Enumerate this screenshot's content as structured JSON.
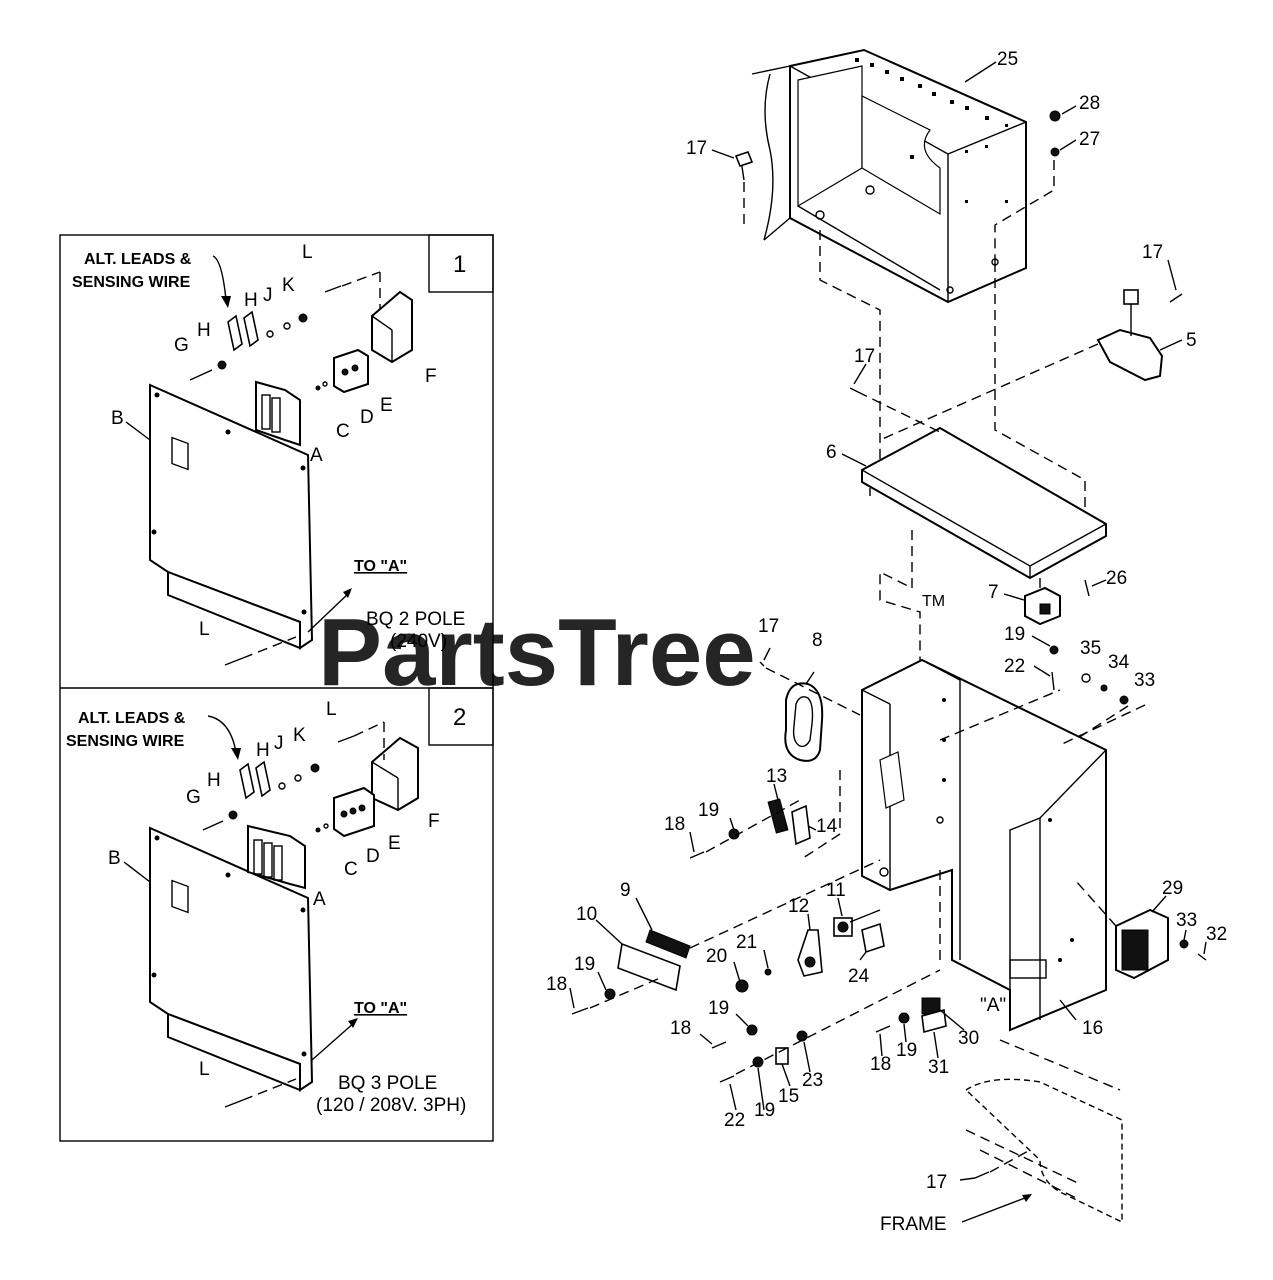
{
  "watermark": {
    "text": "PartsTree",
    "mark": "TM"
  },
  "inset1": {
    "number": "1",
    "note_line1": "ALT. LEADS &",
    "note_line2": "SENSING WIRE",
    "to_label": "TO \"A\"",
    "pole_line1": "BQ 2 POLE",
    "pole_line2": "(240V)",
    "letters": {
      "L_top": "L",
      "H_top": "H",
      "J": "J",
      "K": "K",
      "G": "G",
      "H": "H",
      "B": "B",
      "A": "A",
      "C": "C",
      "D": "D",
      "E": "E",
      "F": "F",
      "L_bottom": "L"
    }
  },
  "inset2": {
    "number": "2",
    "note_line1": "ALT. LEADS &",
    "note_line2": "SENSING WIRE",
    "to_label": "TO \"A\"",
    "pole_line1": "BQ 3 POLE",
    "pole_line2": "(120 / 208V. 3PH)",
    "letters": {
      "L_top": "L",
      "H_top": "H",
      "J": "J",
      "K": "K",
      "G": "G",
      "H": "H",
      "B": "B",
      "A": "A",
      "C": "C",
      "D": "D",
      "E": "E",
      "F": "F",
      "L_bottom": "L"
    }
  },
  "main": {
    "callouts": {
      "c25": "25",
      "c28": "28",
      "c27": "27",
      "c17a": "17",
      "c17b": "17",
      "c5": "5",
      "c17c": "17",
      "c6": "6",
      "c26": "26",
      "c7": "7",
      "c19a": "19",
      "c22a": "22",
      "c35": "35",
      "c34": "34",
      "c33a": "33",
      "c17d": "17",
      "c8": "8",
      "c13": "13",
      "c14": "14",
      "c18a": "18",
      "c19b": "19",
      "c9": "9",
      "c10": "10",
      "c11": "11",
      "c12": "12",
      "c21": "21",
      "c20": "20",
      "c24": "24",
      "c18b": "18",
      "c19c": "19",
      "c19d": "19",
      "c18c": "18",
      "c22b": "22",
      "c19e": "19",
      "c15": "15",
      "c23": "23",
      "c18d": "18",
      "c19f": "19",
      "c31": "31",
      "c30": "30",
      "cA": "\"A\"",
      "c16": "16",
      "c29": "29",
      "c33b": "33",
      "c32": "32",
      "c17e": "17"
    },
    "frame_label": "FRAME"
  }
}
